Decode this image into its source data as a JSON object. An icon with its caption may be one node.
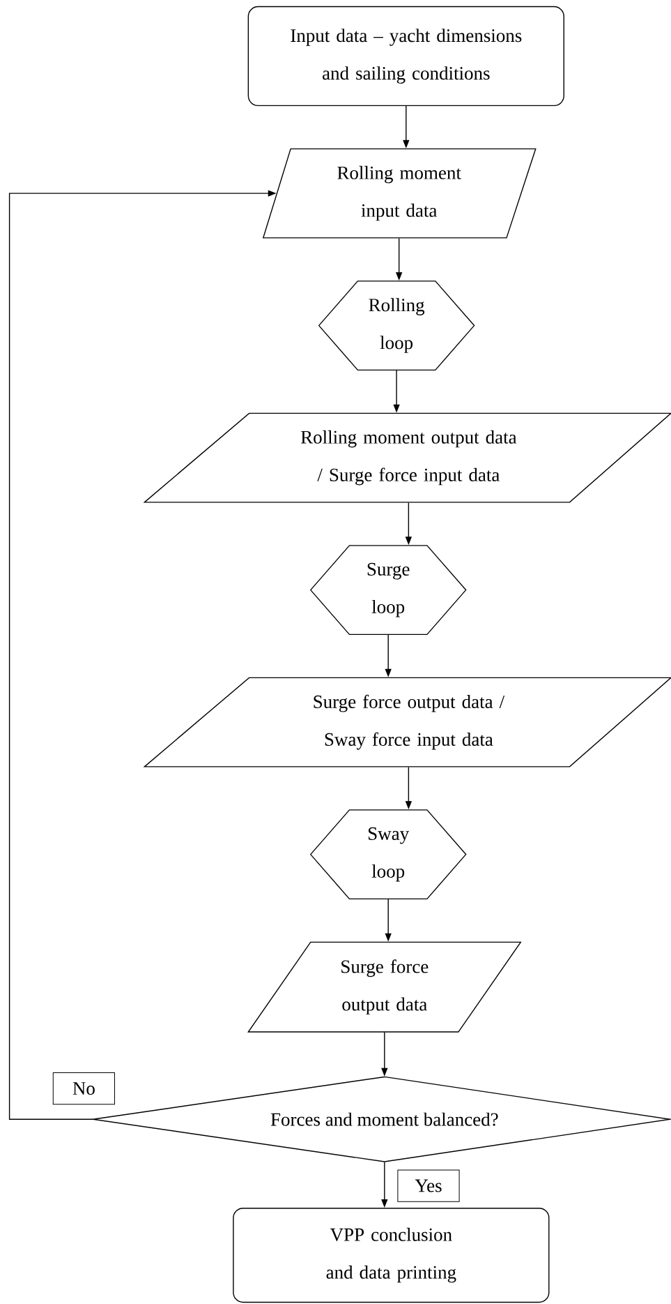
{
  "diagram": {
    "nodes": [
      {
        "text": [
          "Input data – yacht dimensions and sailing conditions"
        ]
      },
      {
        "text": [
          "Rolling moment input data"
        ]
      },
      {
        "text": [
          "Rolling loop"
        ]
      },
      {
        "text": [
          "Rolling moment output data / Surge force input data"
        ]
      },
      {
        "text": [
          "Surge loop"
        ]
      },
      {
        "text": [
          "Surge force output data / Sway force input data"
        ]
      },
      {
        "text": [
          "Sway loop"
        ]
      },
      {
        "text": [
          "Surge force output data"
        ]
      },
      {
        "text": [
          "Forces and moment balanced?"
        ]
      },
      {
        "text": [
          "VPP conclusion and data printing"
        ]
      }
    ],
    "edges": [
      {
        "from": 0,
        "to": 1,
        "arrow": "to"
      },
      {
        "from": 1,
        "to": 2,
        "arrow": "to"
      },
      {
        "from": 2,
        "to": 3,
        "arrow": "to"
      },
      {
        "from": 3,
        "to": 4,
        "arrow": "to"
      },
      {
        "from": 4,
        "to": 5,
        "arrow": "to"
      },
      {
        "from": 5,
        "to": 6,
        "arrow": "to"
      },
      {
        "from": 6,
        "to": 7,
        "arrow": "to"
      },
      {
        "from": 7,
        "to": 8,
        "arrow": "to"
      },
      {
        "from": 8,
        "to": 9,
        "arrow": "to",
        "label": "Yes"
      },
      {
        "from": 8,
        "to": 1,
        "arrow": "to",
        "label": "No"
      }
    ]
  }
}
